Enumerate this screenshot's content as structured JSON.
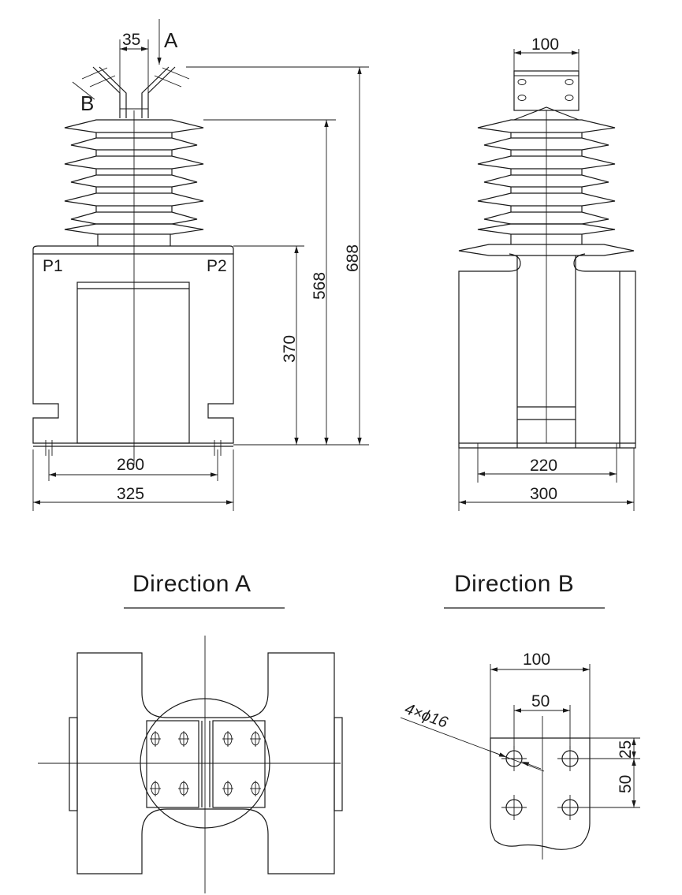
{
  "front_view": {
    "dim_top_gap": "35",
    "arrow_a": "A",
    "arrow_b": "B",
    "terminal_p1": "P1",
    "terminal_p2": "P2",
    "dim_bolt_spacing": "260",
    "dim_base_width": "325",
    "dim_base_height": "370",
    "dim_insulator_height": "568",
    "dim_total_height": "688"
  },
  "side_view": {
    "dim_terminal_width": "100",
    "dim_bolt_spacing": "220",
    "dim_base_width": "300"
  },
  "direction_a": {
    "title": "Direction A"
  },
  "direction_b": {
    "title": "Direction B",
    "dim_plate_width": "100",
    "dim_hole_spacing_h": "50",
    "hole_callout": "4×ϕ16",
    "dim_top_offset": "25",
    "dim_hole_spacing_v": "50"
  }
}
